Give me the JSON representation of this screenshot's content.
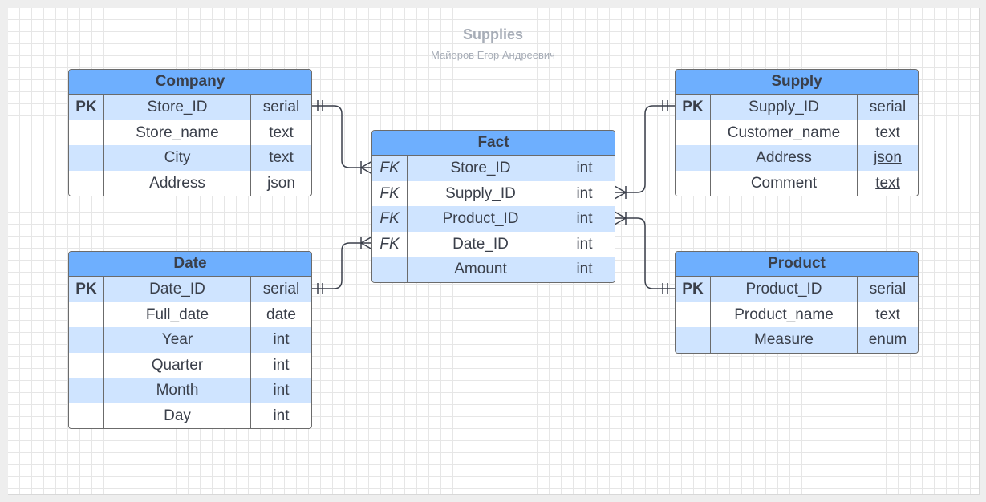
{
  "title": "Supplies",
  "subtitle": "Майоров Егор Андреевич",
  "entities": {
    "company": {
      "name": "Company",
      "rows": [
        {
          "key": "PK",
          "field": "Store_ID",
          "type": "serial"
        },
        {
          "key": "",
          "field": "Store_name",
          "type": "text"
        },
        {
          "key": "",
          "field": "City",
          "type": "text"
        },
        {
          "key": "",
          "field": "Address",
          "type": "json"
        }
      ]
    },
    "date": {
      "name": "Date",
      "rows": [
        {
          "key": "PK",
          "field": "Date_ID",
          "type": "serial"
        },
        {
          "key": "",
          "field": "Full_date",
          "type": "date"
        },
        {
          "key": "",
          "field": "Year",
          "type": "int"
        },
        {
          "key": "",
          "field": "Quarter",
          "type": "int"
        },
        {
          "key": "",
          "field": "Month",
          "type": "int"
        },
        {
          "key": "",
          "field": "Day",
          "type": "int"
        }
      ]
    },
    "fact": {
      "name": "Fact",
      "rows": [
        {
          "key": "FK",
          "field": "Store_ID",
          "type": "int"
        },
        {
          "key": "FK",
          "field": "Supply_ID",
          "type": "int"
        },
        {
          "key": "FK",
          "field": "Product_ID",
          "type": "int"
        },
        {
          "key": "FK",
          "field": "Date_ID",
          "type": "int"
        },
        {
          "key": "",
          "field": "Amount",
          "type": "int"
        }
      ]
    },
    "supply": {
      "name": "Supply",
      "rows": [
        {
          "key": "PK",
          "field": "Supply_ID",
          "type": "serial"
        },
        {
          "key": "",
          "field": "Customer_name",
          "type": "text"
        },
        {
          "key": "",
          "field": "Address",
          "type": "json"
        },
        {
          "key": "",
          "field": "Comment",
          "type": "text"
        }
      ]
    },
    "product": {
      "name": "Product",
      "rows": [
        {
          "key": "PK",
          "field": "Product_ID",
          "type": "serial"
        },
        {
          "key": "",
          "field": "Product_name",
          "type": "text"
        },
        {
          "key": "",
          "field": "Measure",
          "type": "enum"
        }
      ]
    }
  }
}
